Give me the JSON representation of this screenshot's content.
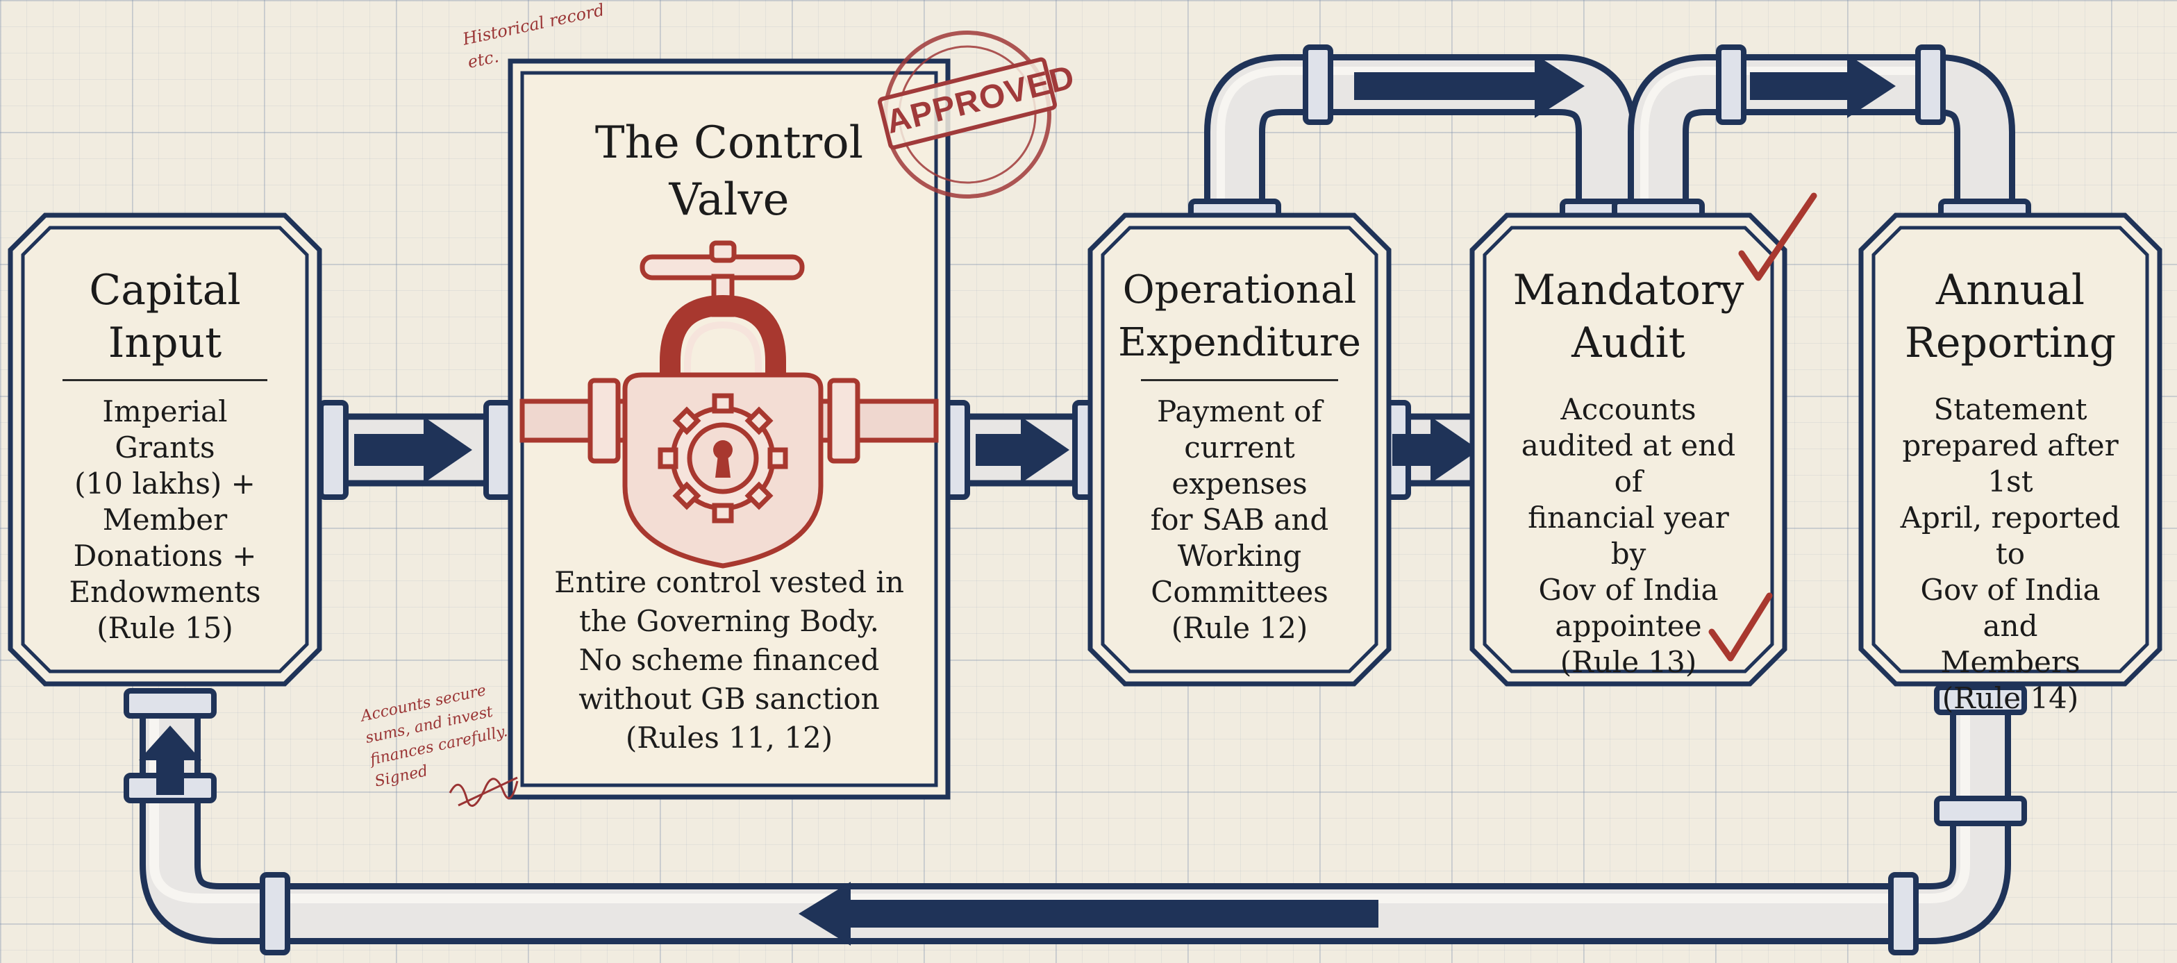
{
  "colors": {
    "navy": "#1f3358",
    "pipe_light": "#c6cbd8",
    "red": "#a8382f",
    "paper": "#f1ece0"
  },
  "stamp": {
    "label": "APPROVED"
  },
  "handwritten_notes": {
    "top": "Historical record\netc.",
    "side": "Accounts secure\nsums, and invest\nfinances carefully.\nSigned"
  },
  "nodes": [
    {
      "id": "capital-input",
      "title": "Capital\nInput",
      "body": "Imperial Grants\n(10 lakhs) +\nMember\nDonations +\nEndowments\n(Rule 15)"
    },
    {
      "id": "control-valve",
      "title": "The Control\nValve",
      "icon": "padlock-gear-valve-icon",
      "body": "Entire control vested in\nthe Governing Body.\nNo scheme financed\nwithout GB sanction\n(Rules 11, 12)"
    },
    {
      "id": "operational-expenditure",
      "title": "Operational\nExpenditure",
      "body": "Payment of\ncurrent expenses\nfor SAB and\nWorking\nCommittees\n(Rule 12)"
    },
    {
      "id": "mandatory-audit",
      "title": "Mandatory\nAudit",
      "body": "Accounts\naudited at end of\nfinancial year by\nGov of India\nappointee\n(Rule 13)",
      "marks": [
        "checkmark-icon",
        "checkmark-icon"
      ]
    },
    {
      "id": "annual-reporting",
      "title": "Annual\nReporting",
      "body": "Statement\nprepared after 1st\nApril, reported to\nGov of India and\nMembers\n(Rule 14)"
    }
  ]
}
